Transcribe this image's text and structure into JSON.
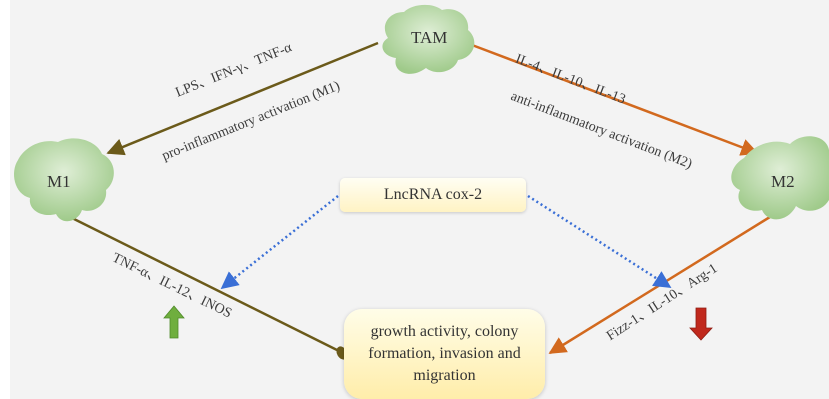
{
  "nodes": {
    "tam": "TAM",
    "m1": "M1",
    "m2": "M2",
    "lncrna": "LncRNA cox-2",
    "outcome": "growth activity, colony formation, invasion and migration"
  },
  "edges": {
    "tam_to_m1_stimuli": "LPS、IFN-γ、TNF-α",
    "tam_to_m1_process": "pro-inflammatory activation (M1)",
    "tam_to_m2_stimuli": "IL-4、IL-10、IL-13",
    "tam_to_m2_process": "anti-inflammatory activation (M2)",
    "m1_to_outcome_markers": "TNF-α、IL-12、INOS",
    "m2_to_outcome_markers": "Fizz-1、IL-10、Arg-1"
  },
  "indicators": {
    "m1_direction": "up",
    "m2_direction": "down"
  },
  "colors": {
    "m1_pathway": "#6b5a1a",
    "m2_pathway": "#d2691e",
    "lncrna_effect": "#3a6fd6",
    "cell": "#a9cf96",
    "up_arrow": "#6fae3e",
    "down_arrow": "#c0281c"
  }
}
